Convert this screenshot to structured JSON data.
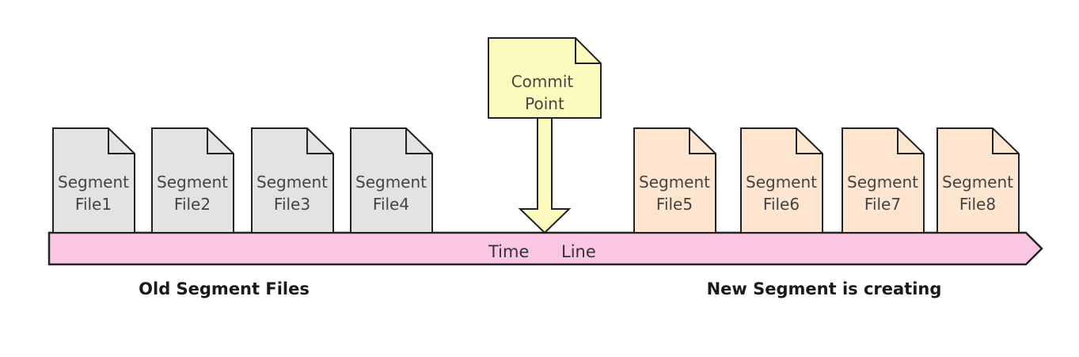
{
  "colors": {
    "old_file_fill": "#e3e3e3",
    "new_file_fill": "#fde5cf",
    "commit_fill": "#fdfcbe",
    "timeline_fill": "#fbc6e4",
    "stroke": "#222222"
  },
  "old_files": [
    {
      "line1": "Segment",
      "line2": "File1"
    },
    {
      "line1": "Segment",
      "line2": "File2"
    },
    {
      "line1": "Segment",
      "line2": "File3"
    },
    {
      "line1": "Segment",
      "line2": "File4"
    }
  ],
  "new_files": [
    {
      "line1": "Segment",
      "line2": "File5"
    },
    {
      "line1": "Segment",
      "line2": "File6"
    },
    {
      "line1": "Segment",
      "line2": "File7"
    },
    {
      "line1": "Segment",
      "line2": "File8"
    }
  ],
  "commit_point": {
    "line1": "Commit",
    "line2": "Point"
  },
  "timeline": {
    "word1": "Time",
    "word2": "Line"
  },
  "captions": {
    "old": "Old Segment Files",
    "new": "New Segment is creating"
  }
}
